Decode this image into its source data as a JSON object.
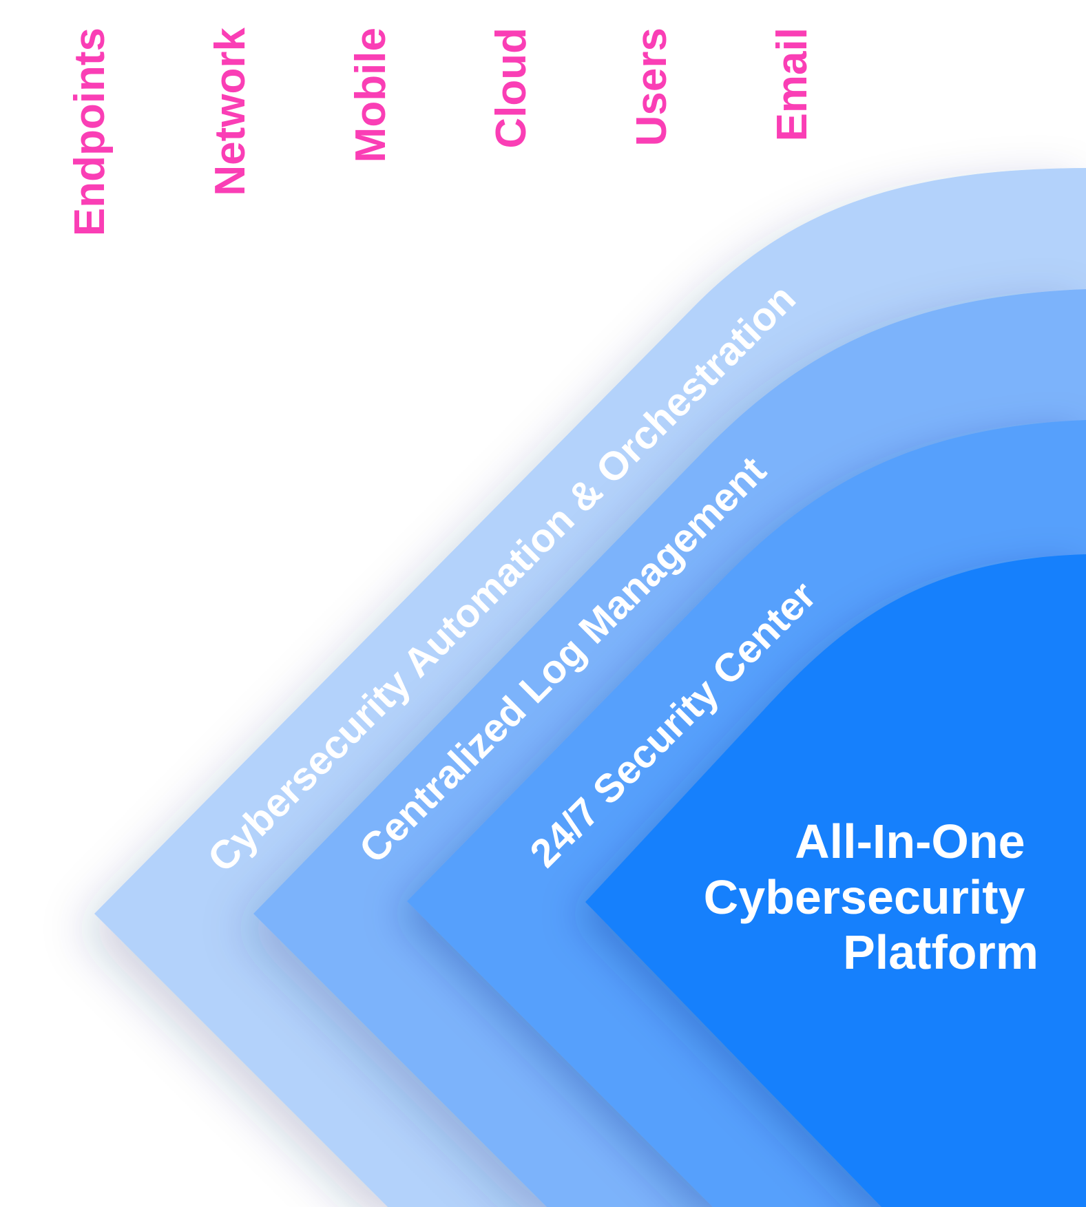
{
  "sources": [
    "Endpoints",
    "Network",
    "Mobile",
    "Cloud",
    "Users",
    "Email"
  ],
  "layers": [
    "Cybersecurity Automation & Orchestration",
    "Centralized Log Management",
    "24/7 Security Center"
  ],
  "core": {
    "title_lines": [
      "All-In-One",
      "Cybersecurity",
      "Platform"
    ]
  },
  "colors": {
    "source_label": "#fa3eb5",
    "line_top": "#f43fb5",
    "line_bottom": "#2d52e8",
    "layer_outer": "#b3d2fb",
    "layer_second": "#7bb3fb",
    "layer_third": "#56a0fc",
    "layer_core": "#1480fc"
  }
}
